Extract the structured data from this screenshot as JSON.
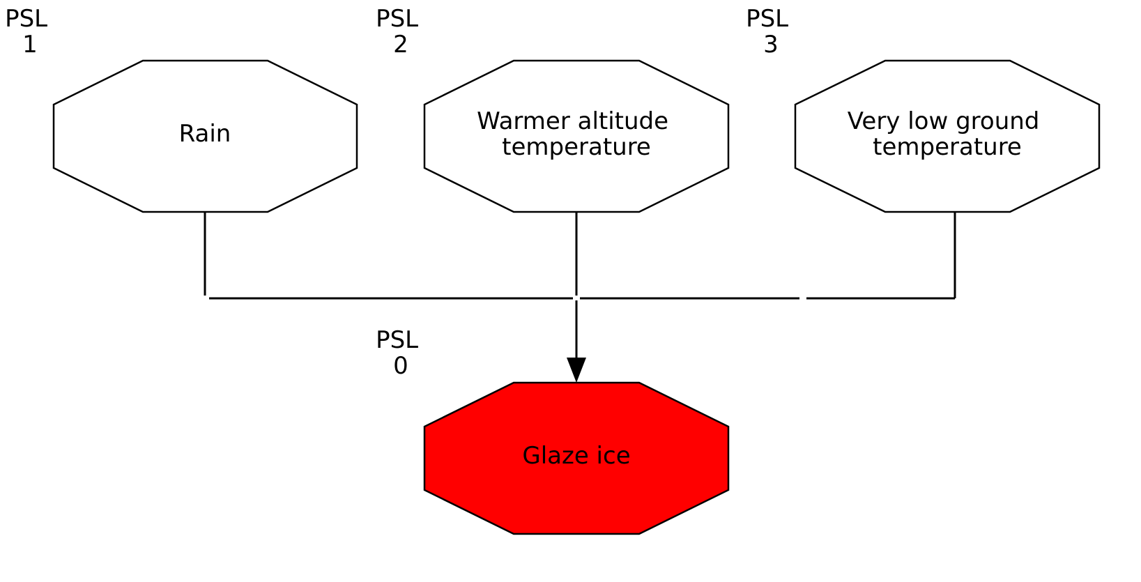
{
  "diagram": {
    "psl_labels": [
      {
        "id": "psl-1",
        "line1": "PSL",
        "line2": "1"
      },
      {
        "id": "psl-2",
        "line1": "PSL",
        "line2": "2"
      },
      {
        "id": "psl-3",
        "line1": "PSL",
        "line2": "3"
      },
      {
        "id": "psl-0",
        "line1": "PSL",
        "line2": "0"
      }
    ],
    "nodes": {
      "rain": {
        "line1": "Rain",
        "fill": "#ffffff"
      },
      "warmer": {
        "line1": "Warmer altitude",
        "line2": "temperature",
        "fill": "#ffffff"
      },
      "very_low": {
        "line1": "Very low ground",
        "line2": "temperature",
        "fill": "#ffffff"
      },
      "glaze": {
        "line1": "Glaze ice",
        "fill": "#ff0000"
      }
    },
    "edge_color": "#000000"
  }
}
